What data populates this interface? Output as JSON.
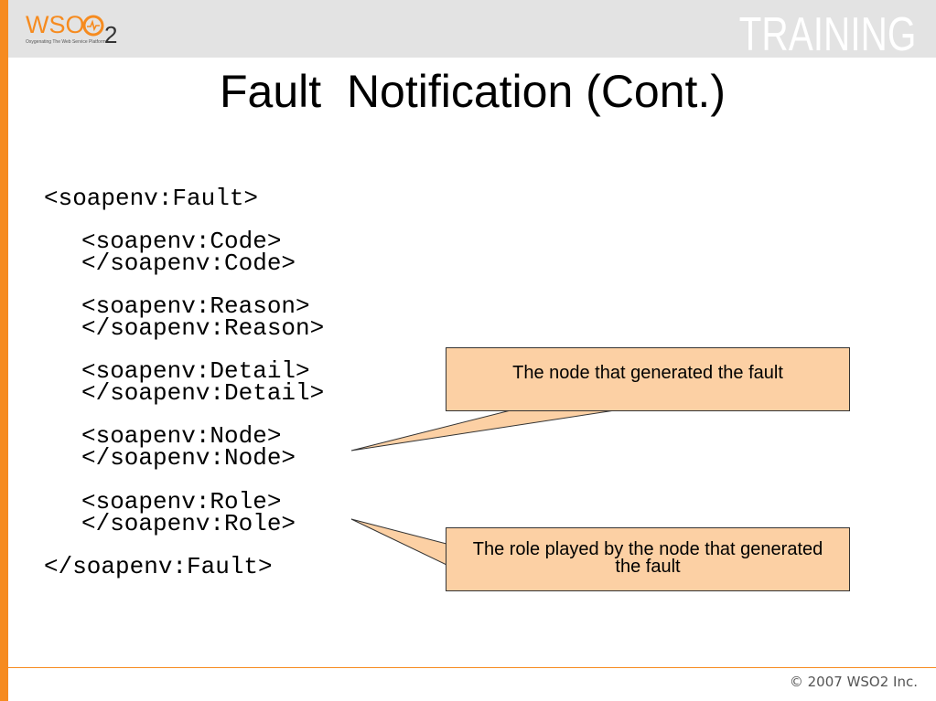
{
  "header": {
    "logo_text": "WSO",
    "logo_number": "2",
    "logo_tagline": "Oxygenating The Web Service Platform",
    "training_label": "TRAINING"
  },
  "slide": {
    "title": "Fault  Notification (Cont.)",
    "code": {
      "fault_open": "<soapenv:Fault>",
      "code_open": "<soapenv:Code>",
      "code_close": "</soapenv:Code>",
      "reason_open": "<soapenv:Reason>",
      "reason_close": "</soapenv:Reason>",
      "detail_open": "<soapenv:Detail>",
      "detail_close": "</soapenv:Detail>",
      "node_open": "<soapenv:Node>",
      "node_close": "</soapenv:Node>",
      "role_open": "<soapenv:Role>",
      "role_close": "</soapenv:Role>",
      "fault_close": "</soapenv:Fault>"
    },
    "callouts": {
      "node": "The node that generated the fault",
      "role": "The role played by the node that generated the fault"
    }
  },
  "footer": {
    "copyright": "© 2007 WSO2 Inc."
  },
  "colors": {
    "accent": "#f68b1f",
    "callout_fill": "#fcd0a4",
    "header_band": "#e3e3e3"
  }
}
